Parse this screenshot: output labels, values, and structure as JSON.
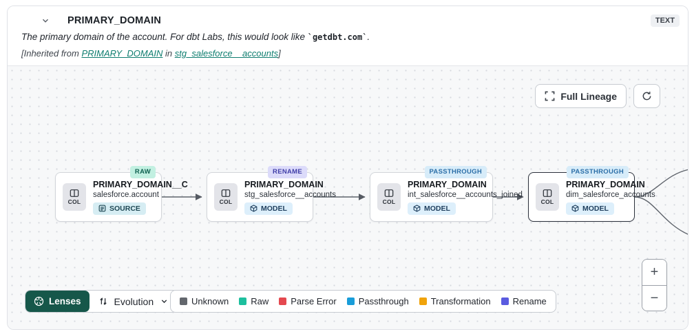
{
  "header": {
    "title": "PRIMARY_DOMAIN",
    "type_badge": "TEXT",
    "description": {
      "prefix": "The primary domain of the account. For dbt Labs, this would look like ",
      "code": "`getdbt.com`",
      "suffix": "."
    },
    "inherited": {
      "prefix": "[Inherited from ",
      "column_link": "PRIMARY_DOMAIN",
      "middle": " in ",
      "model_link": "stg_salesforce__accounts",
      "suffix": "]"
    }
  },
  "canvas": {
    "full_lineage_label": "Full Lineage",
    "nodes": [
      {
        "col_label": "COL",
        "title": "PRIMARY_DOMAIN__C",
        "subtitle": "salesforce.account",
        "resource": "SOURCE",
        "tag": "RAW"
      },
      {
        "col_label": "COL",
        "title": "PRIMARY_DOMAIN",
        "subtitle": "stg_salesforce__accounts",
        "resource": "MODEL",
        "tag": "RENAME"
      },
      {
        "col_label": "COL",
        "title": "PRIMARY_DOMAIN",
        "subtitle": "int_salesforce__accounts_joined",
        "resource": "MODEL",
        "tag": "PASSTHROUGH"
      },
      {
        "col_label": "COL",
        "title": "PRIMARY_DOMAIN",
        "subtitle": "dim_salesforce_accounts",
        "resource": "MODEL",
        "tag": "PASSTHROUGH"
      }
    ],
    "zoom_in": "+",
    "zoom_out": "−"
  },
  "toolbar": {
    "lenses_label": "Lenses",
    "lens_value": "Evolution"
  },
  "legend": {
    "items": [
      {
        "label": "Unknown",
        "color": "#63676d"
      },
      {
        "label": "Raw",
        "color": "#1dbf9e"
      },
      {
        "label": "Parse Error",
        "color": "#e4484f"
      },
      {
        "label": "Passthrough",
        "color": "#199dd9"
      },
      {
        "label": "Transformation",
        "color": "#f0a30b"
      },
      {
        "label": "Rename",
        "color": "#5a5be0"
      }
    ]
  },
  "colors": {
    "link_teal": "#0e7d6f",
    "lenses_green": "#16574a",
    "tag_raw_bg": "#c2f0e1",
    "tag_rename_bg": "#dcdbfa",
    "tag_passthrough_bg": "#d7ecf9",
    "edge": "#5f646c"
  }
}
